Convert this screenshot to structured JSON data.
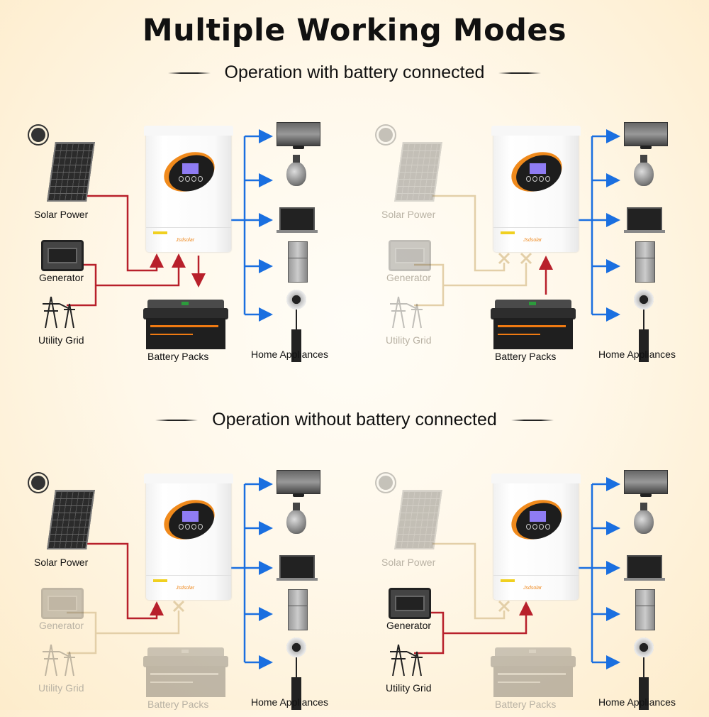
{
  "title": "Multiple Working Modes",
  "sections": [
    {
      "heading": "Operation with battery connected"
    },
    {
      "heading": "Operation without battery connected"
    }
  ],
  "labels": {
    "solar": "Solar Power",
    "generator": "Generator",
    "grid": "Utility Grid",
    "battery": "Battery Packs",
    "appliances": "Home Appliances"
  },
  "colors": {
    "active_line": "#b8202b",
    "inactive_line": "#e3cfa8",
    "output_line": "#1a6fe0",
    "inverter_accent": "#f08a1c"
  },
  "panels": [
    {
      "name": "with-battery-all-sources",
      "solar": "active",
      "gen_grid": "active",
      "battery": "charging",
      "appliances": "powered"
    },
    {
      "name": "with-battery-battery-only",
      "solar": "inactive",
      "gen_grid": "inactive",
      "battery": "discharging",
      "appliances": "powered"
    },
    {
      "name": "without-battery-solar-only",
      "solar": "active",
      "gen_grid": "inactive",
      "battery": "absent",
      "appliances": "powered"
    },
    {
      "name": "without-battery-gen-grid",
      "solar": "inactive",
      "gen_grid": "active",
      "battery": "absent",
      "appliances": "powered"
    }
  ],
  "appliance_items": [
    "TV",
    "Light bulb",
    "Laptop",
    "Refrigerator",
    "Fan"
  ]
}
